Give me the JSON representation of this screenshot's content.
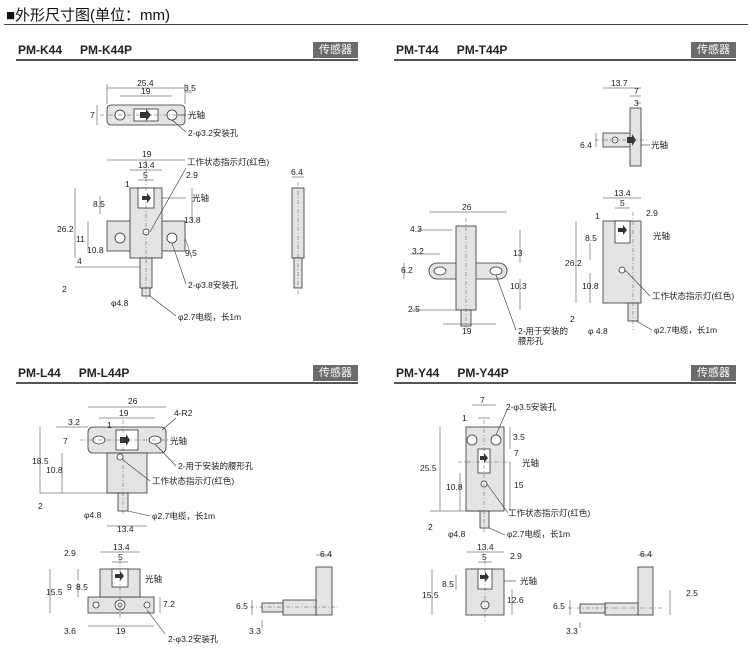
{
  "page_title": "■外形尺寸图(单位：mm)",
  "sections": [
    {
      "models": [
        "PM-K44",
        "PM-K44P"
      ],
      "tag": "传感器"
    },
    {
      "models": [
        "PM-T44",
        "PM-T44P"
      ],
      "tag": "传感器"
    },
    {
      "models": [
        "PM-L44",
        "PM-L44P"
      ],
      "tag": "传感器"
    },
    {
      "models": [
        "PM-Y44",
        "PM-Y44P"
      ],
      "tag": "传感器"
    }
  ],
  "labels": {
    "optical_axis": "光轴",
    "mount_32": "2-φ3.2安装孔",
    "mount_38": "2-φ3.8安装孔",
    "mount_35": "2-φ3.5安装孔",
    "mount_slot": "2-用于安装的腰形孔",
    "mount_slot_a": "2-用于安装的",
    "mount_slot_b": "腰形孔",
    "indicator": "工作状态指示灯(红色)",
    "cable": "φ2.7电缆，长1m",
    "r2": "4-R2"
  },
  "dims": {
    "k": {
      "d254": "25.4",
      "d35": "3.5",
      "d19": "19",
      "d7": "7",
      "f19": "19",
      "f134": "13.4",
      "f5": "5",
      "f1": "1",
      "f29": "2.9",
      "f85": "8.5",
      "f262": "26.2",
      "f11": "11",
      "f108": "10.8",
      "f4": "4",
      "f138": "13.8",
      "f95": "9.5",
      "f2": "2",
      "f48": "φ4.8",
      "s64": "6.4"
    },
    "t": {
      "a137": "13.7",
      "a7": "7",
      "a3": "3",
      "a64": "6.4",
      "b26": "26",
      "b43": "4.3",
      "b32": "3.2",
      "b62": "6.2",
      "b13": "13",
      "b103": "10.3",
      "b25": "2.5",
      "b19": "19",
      "c134": "13.4",
      "c5": "5",
      "c1": "1",
      "c29": "2.9",
      "c85": "8.5",
      "c262": "26.2",
      "c108": "10.8",
      "c2": "2",
      "c48": "φ 4.8"
    },
    "l": {
      "a26": "26",
      "a32": "3.2",
      "a19": "19",
      "a1": "1",
      "a7": "7",
      "a185": "18.5",
      "a108": "10.8",
      "a2": "2",
      "a48": "φ4.8",
      "a134": "13.4",
      "b134": "13.4",
      "b29": "2.9",
      "b5": "5",
      "b9": "9",
      "b85": "8.5",
      "b155": "15.5",
      "b72": "7.2",
      "b36": "3.6",
      "b19": "19",
      "c64": "6.4",
      "c65": "6.5",
      "c33": "3.3"
    },
    "y": {
      "a1": "1",
      "a7": "7",
      "a35": "3.5",
      "a255": "25.5",
      "a7b": "7",
      "a15": "15",
      "a108": "10.8",
      "a2": "2",
      "a48": "φ4.8",
      "b134": "13.4",
      "b29": "2.9",
      "b5": "5",
      "b85": "8.5",
      "b155": "15.5",
      "b126": "12.6",
      "c64": "6.4",
      "c25": "2.5",
      "c65": "6.5",
      "c33": "3.3"
    }
  }
}
